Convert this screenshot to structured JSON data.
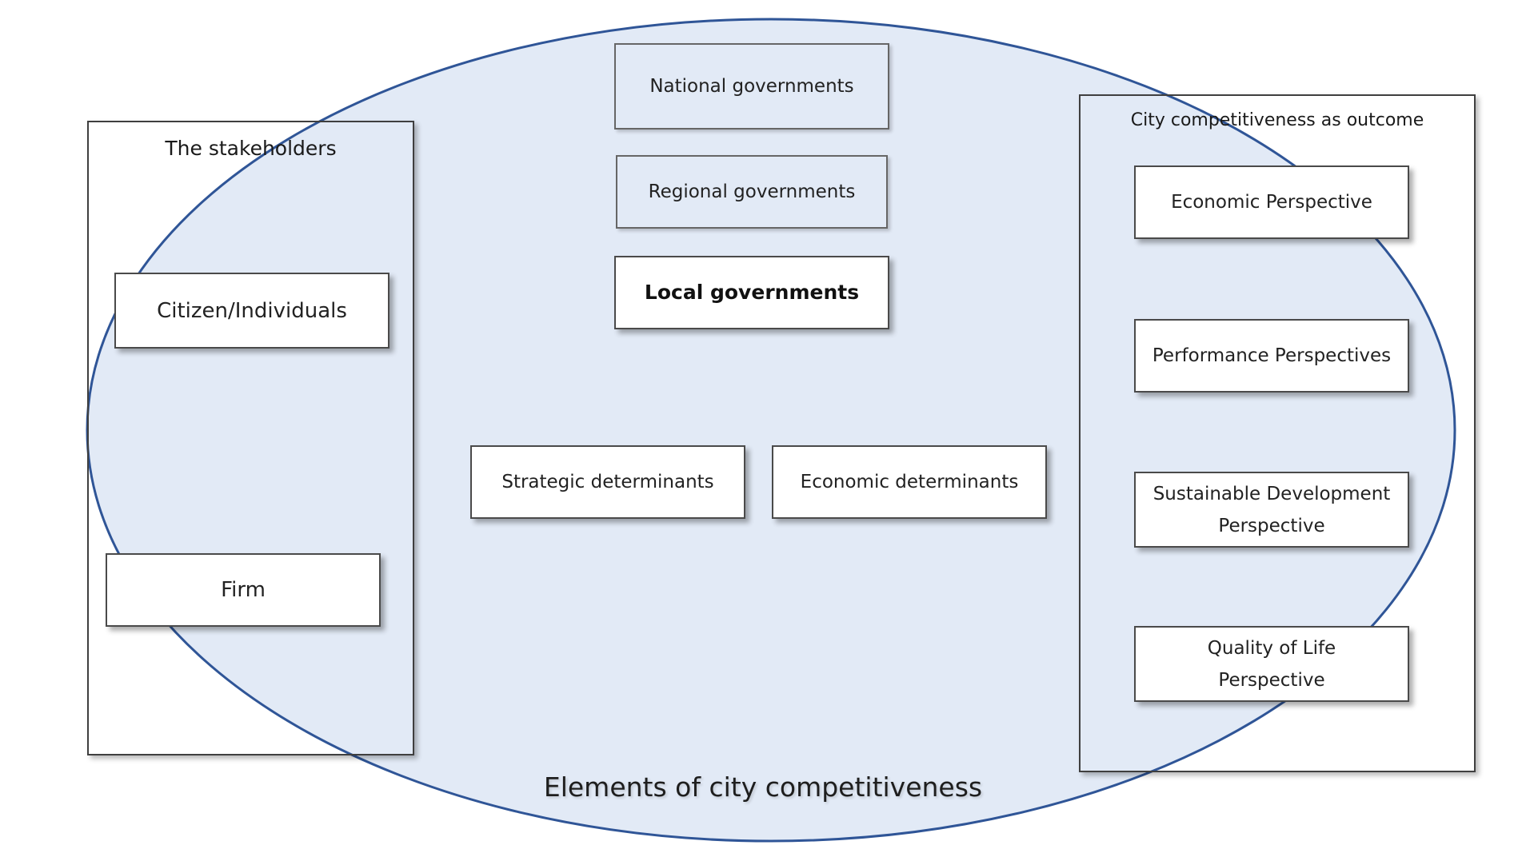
{
  "diagram": {
    "caption": "Elements of city competitiveness",
    "colors": {
      "ellipse_fill": "#e2eaf6",
      "ellipse_stroke": "#2f5597",
      "box_border": "#4a4a4a"
    },
    "stakeholders": {
      "title": "The stakeholders",
      "items": [
        {
          "label": "Citizen/Individuals"
        },
        {
          "label": "Firm"
        }
      ]
    },
    "governments": {
      "national": "National governments",
      "regional": "Regional governments",
      "local": "Local governments"
    },
    "determinants": {
      "strategic": "Strategic determinants",
      "economic": "Economic determinants"
    },
    "outcome": {
      "title": "City competitiveness as outcome",
      "items": [
        {
          "line1": "Economic Perspective",
          "line2": ""
        },
        {
          "line1": "Performance Perspectives",
          "line2": ""
        },
        {
          "line1": "Sustainable Development",
          "line2": "Perspective"
        },
        {
          "line1": "Quality of Life",
          "line2": "Perspective"
        }
      ]
    }
  }
}
